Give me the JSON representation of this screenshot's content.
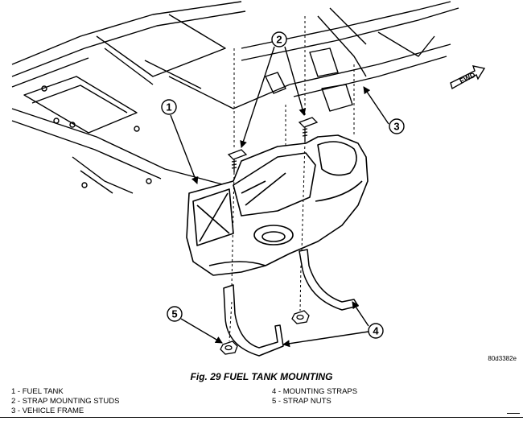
{
  "callouts": [
    "1",
    "2",
    "3",
    "4",
    "5"
  ],
  "fwd_label": "FWD",
  "figure_code": "80d3382e",
  "caption": "Fig. 29 FUEL TANK MOUNTING",
  "legend_left": [
    "1 - FUEL TANK",
    "2 - STRAP MOUNTING STUDS",
    "3 - VEHICLE FRAME"
  ],
  "legend_right": [
    "4 - MOUNTING STRAPS",
    "5 - STRAP NUTS"
  ]
}
